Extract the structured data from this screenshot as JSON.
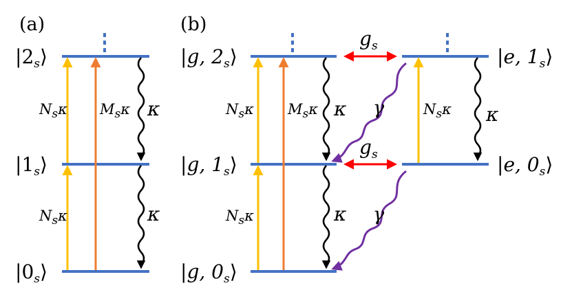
{
  "panel_a": {
    "label": "(a)",
    "levels": [
      {
        "symbol": "2",
        "sub": "s"
      },
      {
        "symbol": "1",
        "sub": "s"
      },
      {
        "symbol": "0",
        "sub": "s"
      }
    ],
    "arrows": {
      "n_upper": {
        "main": "N",
        "sub": "s",
        "tail": "κ"
      },
      "m": {
        "main": "M",
        "sub": "s",
        "tail": "κ"
      },
      "decay_upper": "κ",
      "n_lower": {
        "main": "N",
        "sub": "s",
        "tail": "κ"
      },
      "decay_lower": "κ"
    }
  },
  "panel_b": {
    "label": "(b)",
    "left_levels": [
      {
        "state": "g, 2",
        "sub": "s"
      },
      {
        "state": "g, 1",
        "sub": "s"
      },
      {
        "state": "g, 0",
        "sub": "s"
      }
    ],
    "right_levels": [
      {
        "state": "e, 1",
        "sub": "s"
      },
      {
        "state": "e, 0",
        "sub": "s"
      }
    ],
    "arrows": {
      "n_upper": {
        "main": "N",
        "sub": "s",
        "tail": "κ"
      },
      "m": {
        "main": "M",
        "sub": "s",
        "tail": "κ"
      },
      "decay_upper": "κ",
      "gamma_upper": "γ",
      "coupling_upper": {
        "main": "g",
        "sub": "s"
      },
      "n_right": {
        "main": "N",
        "sub": "s",
        "tail": "κ"
      },
      "decay_right": "κ",
      "n_lower": {
        "main": "N",
        "sub": "s",
        "tail": "κ"
      },
      "decay_lower": "κ",
      "gamma_lower": "γ",
      "coupling_lower": {
        "main": "g",
        "sub": "s"
      }
    }
  },
  "colors": {
    "level": "#4472c4",
    "pump_n": "#ffc000",
    "pump_m": "#ed7d31",
    "decay": "#000000",
    "coupling": "#ff0000",
    "gamma": "#7030a0"
  }
}
